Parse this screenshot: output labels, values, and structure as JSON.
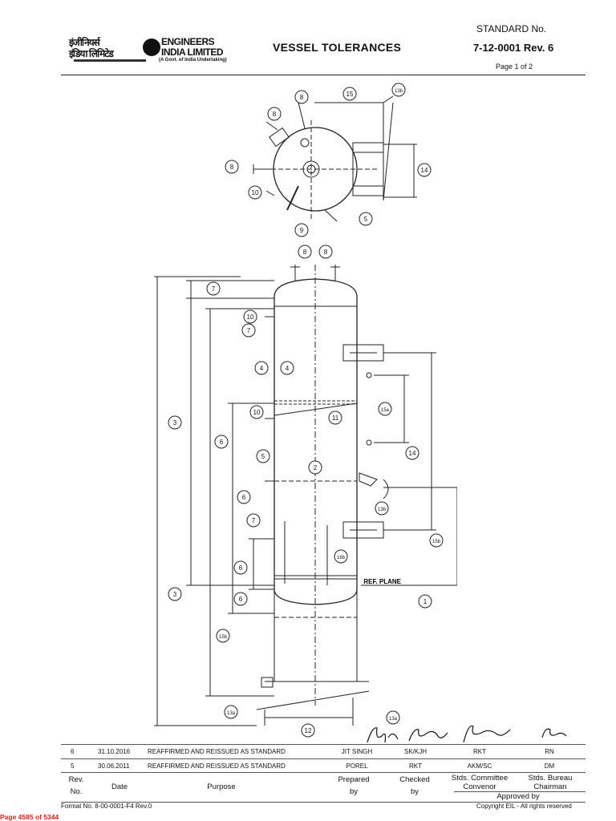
{
  "header": {
    "org_hindi_1": "इंजीनियर्स",
    "org_hindi_2": "इंडिया लिमिटेड",
    "org_en_1": "ENGINEERS",
    "org_en_2": "INDIA LIMITED",
    "org_sub": "(A Govt. of India Undertaking)",
    "title": "VESSEL TOLERANCES",
    "standard_label": "STANDARD No.",
    "standard_number": "7-12-0001 Rev. 6",
    "page_of": "Page 1 of 2"
  },
  "drawing": {
    "callouts_top": [
      "8",
      "8",
      "15",
      "13b",
      "8",
      "14",
      "10",
      "9",
      "5"
    ],
    "callouts_elev": [
      "8",
      "8",
      "7",
      "10",
      "7",
      "3",
      "4",
      "4",
      "6",
      "10",
      "11",
      "15a",
      "5",
      "2",
      "14",
      "6",
      "13b",
      "7",
      "15b",
      "6",
      "16b",
      "3",
      "6",
      "1",
      "15b",
      "13a",
      "13a",
      "12"
    ],
    "ref_plane_label": "REF. PLANE"
  },
  "revisions": [
    {
      "rev": "6",
      "date": "31.10.2016",
      "purpose": "REAFFIRMED AND REISSUED AS STANDARD",
      "prepared": "JIT SINGH",
      "checked": "SK/KJH",
      "convenor": "RKT",
      "chairman": "RN"
    },
    {
      "rev": "5",
      "date": "30.06.2011",
      "purpose": "REAFFIRMED AND REISSUED AS STANDARD",
      "prepared": "POREL",
      "checked": "RKT",
      "convenor": "AKM/SC",
      "chairman": "DM"
    }
  ],
  "table_header": {
    "rev_no_1": "Rev.",
    "rev_no_2": "No.",
    "date": "Date",
    "purpose": "Purpose",
    "prepared_1": "Prepared",
    "prepared_2": "by",
    "checked_1": "Checked",
    "checked_2": "by",
    "convenor_1": "Stds. Committee",
    "convenor_2": "Convenor",
    "chairman_1": "Stds. Bureau",
    "chairman_2": "Chairman",
    "approved": "Approved by"
  },
  "footer": {
    "format_no": "Format No. 8-00-0001-F4 Rev.0",
    "copyright": "Copyright EIL - All rights reserved",
    "page_badge": "Page 4585 of 5344"
  }
}
